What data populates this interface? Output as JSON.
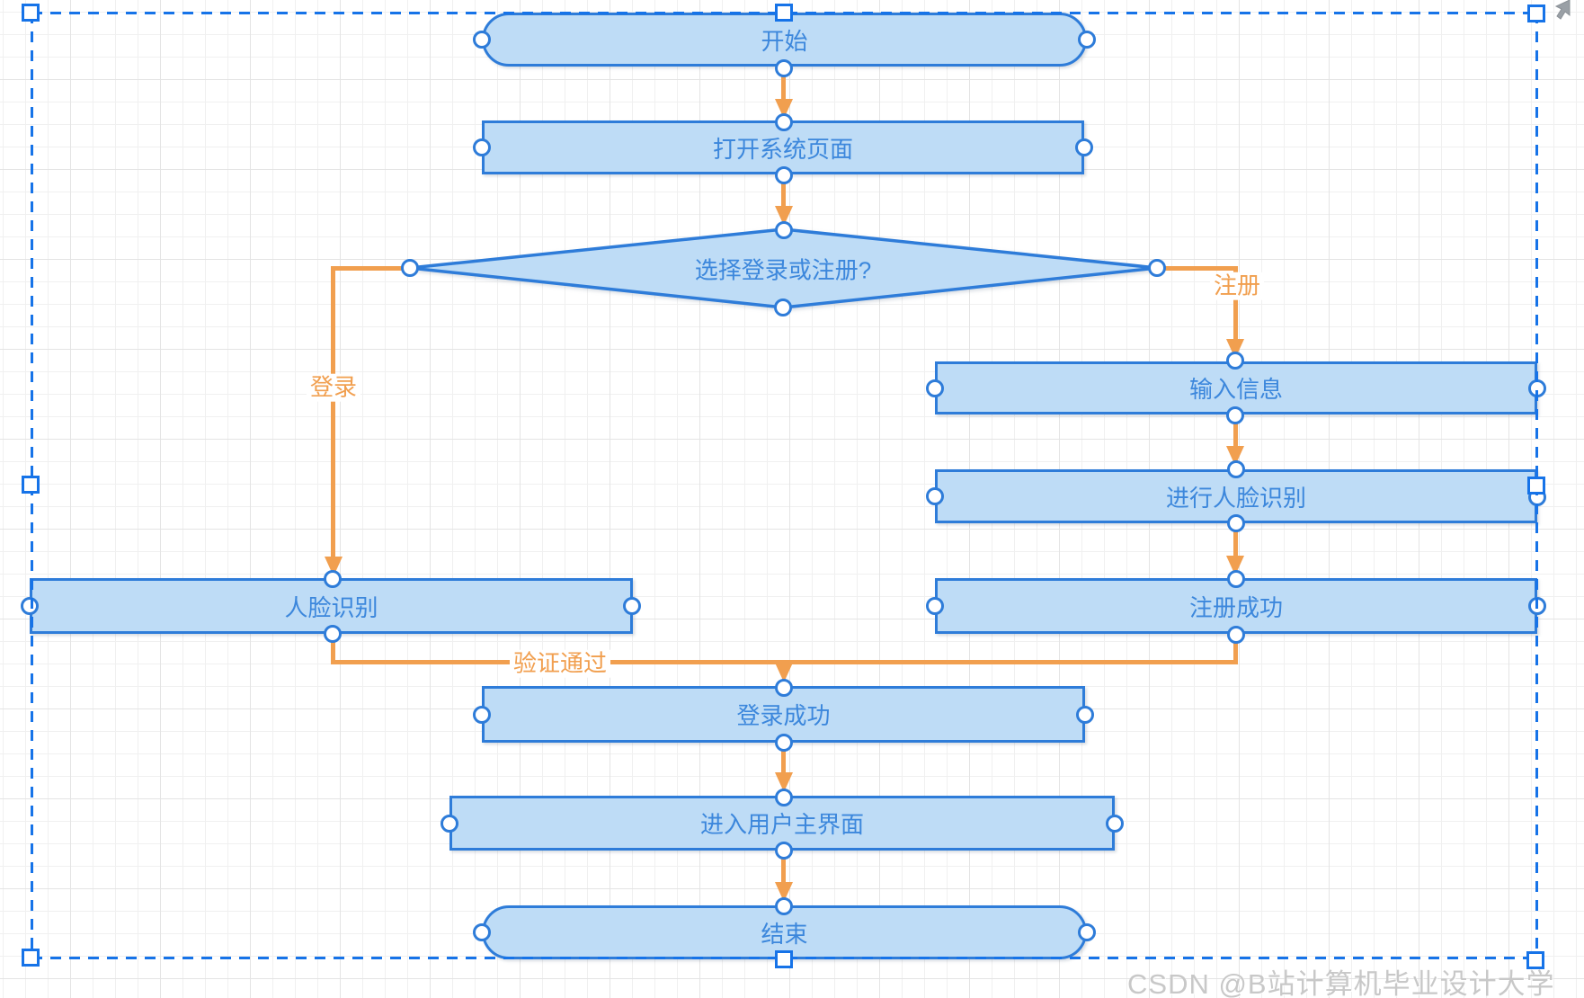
{
  "app": {
    "watermark": "CSDN @B站计算机毕业设计大学"
  },
  "colors": {
    "shape_fill": "#BEDCF6",
    "shape_border": "#2E7CD9",
    "shape_text": "#3C87DC",
    "connector": "#F19F4F",
    "selection": "#1673E8",
    "watermark_text": "#C8C8C8"
  },
  "nodes": {
    "start": {
      "label": "开始",
      "type": "terminator"
    },
    "open_page": {
      "label": "打开系统页面",
      "type": "process"
    },
    "choose": {
      "label": "选择登录或注册?",
      "type": "decision"
    },
    "input_info": {
      "label": "输入信息",
      "type": "process"
    },
    "do_face_recognition": {
      "label": "进行人脸识别",
      "type": "process"
    },
    "register_success": {
      "label": "注册成功",
      "type": "process"
    },
    "face_recognition": {
      "label": "人脸识别",
      "type": "process"
    },
    "login_success": {
      "label": "登录成功",
      "type": "process"
    },
    "enter_main_ui": {
      "label": "进入用户主界面",
      "type": "process"
    },
    "end": {
      "label": "结束",
      "type": "terminator"
    }
  },
  "edges": {
    "login_label": "登录",
    "register_label": "注册",
    "verified_label": "验证通过"
  }
}
